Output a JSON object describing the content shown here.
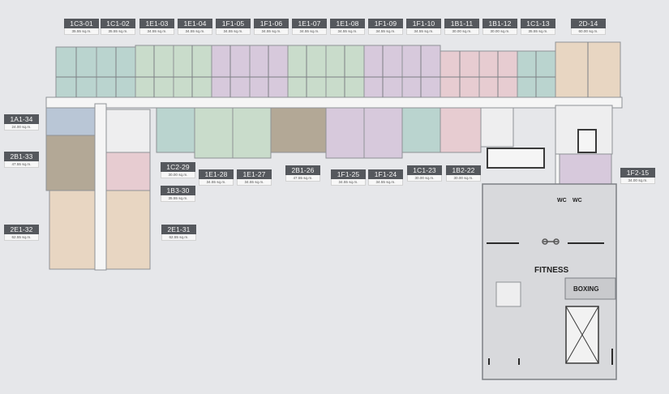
{
  "units": [
    {
      "code": "1C3-01",
      "area": "35.55 sq.m.",
      "color": "#bad4cf"
    },
    {
      "code": "1C1-02",
      "area": "35.55 sq.m.",
      "color": "#bad4cf"
    },
    {
      "code": "1E1-03",
      "area": "34.55 sq.m.",
      "color": "#c9dccb"
    },
    {
      "code": "1E1-04",
      "area": "34.55 sq.m.",
      "color": "#c9dccb"
    },
    {
      "code": "1F1-05",
      "area": "34.55 sq.m.",
      "color": "#d7c9dc"
    },
    {
      "code": "1F1-06",
      "area": "34.55 sq.m.",
      "color": "#d7c9dc"
    },
    {
      "code": "1E1-07",
      "area": "34.55 sq.m.",
      "color": "#c9dccb"
    },
    {
      "code": "1E1-08",
      "area": "34.55 sq.m.",
      "color": "#c9dccb"
    },
    {
      "code": "1F1-09",
      "area": "34.55 sq.m.",
      "color": "#d7c9dc"
    },
    {
      "code": "1F1-10",
      "area": "34.55 sq.m.",
      "color": "#d7c9dc"
    },
    {
      "code": "1B1-11",
      "area": "30.00 sq.m.",
      "color": "#e7ccd1"
    },
    {
      "code": "1B1-12",
      "area": "30.00 sq.m.",
      "color": "#e7ccd1"
    },
    {
      "code": "1C1-13",
      "area": "35.55 sq.m.",
      "color": "#bad4cf"
    },
    {
      "code": "2D-14",
      "area": "60.00 sq.m.",
      "color": "#e8d6c2"
    },
    {
      "code": "1F2-15",
      "area": "34.00 sq.m.",
      "color": "#d7c9dc"
    },
    {
      "code": "1B2-22",
      "area": "30.00 sq.m.",
      "color": "#e7ccd1"
    },
    {
      "code": "1C1-23",
      "area": "30.00 sq.m.",
      "color": "#bad4cf"
    },
    {
      "code": "1F1-24",
      "area": "34.55 sq.m.",
      "color": "#d7c9dc"
    },
    {
      "code": "1F1-25",
      "area": "34.55 sq.m.",
      "color": "#d7c9dc"
    },
    {
      "code": "2B1-26",
      "area": "47.55 sq.m.",
      "color": "#b3a896"
    },
    {
      "code": "1E1-27",
      "area": "34.55 sq.m.",
      "color": "#c9dccb"
    },
    {
      "code": "1E1-28",
      "area": "34.55 sq.m.",
      "color": "#c9dccb"
    },
    {
      "code": "1C2-29",
      "area": "30.00 sq.m.",
      "color": "#bad4cf"
    },
    {
      "code": "1B3-30",
      "area": "35.55 sq.m.",
      "color": "#e7ccd1"
    },
    {
      "code": "2E1-31",
      "area": "62.55 sq.m.",
      "color": "#e8d6c2"
    },
    {
      "code": "2E1-32",
      "area": "62.55 sq.m.",
      "color": "#e8d6c2"
    },
    {
      "code": "2B1-33",
      "area": "47.55 sq.m.",
      "color": "#b3a896"
    },
    {
      "code": "1A1-34",
      "area": "24.00 sq.m.",
      "color": "#b9c6d6"
    }
  ],
  "rooms": {
    "fitness": "FITNESS",
    "boxing": "BOXING",
    "wc1": "WC",
    "wc2": "WC"
  },
  "colors": {
    "background": "#e6e7ea",
    "wall": "#8f9296",
    "corridor": "#f5f5f5",
    "amenity": "#d8d9dc"
  }
}
